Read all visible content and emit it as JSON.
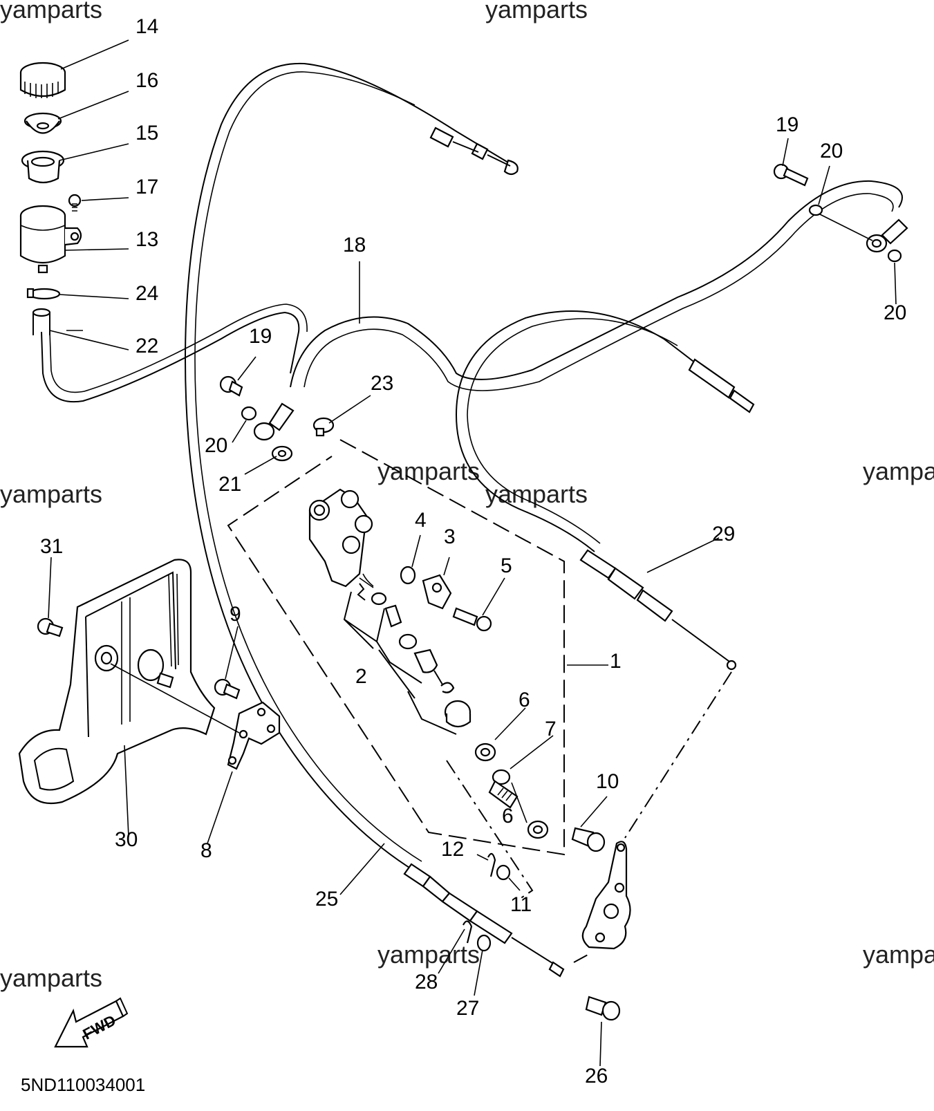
{
  "watermarks": [
    "yamparts",
    "yamparts",
    "yamparts",
    "yamparts",
    "yamparts",
    "yamparts",
    "yamparts",
    "yamparts",
    "yamparts"
  ],
  "diagram_code": "5ND110034001",
  "fwd_label": "FWD",
  "callouts": {
    "c14": "14",
    "c16": "16",
    "c15": "15",
    "c17": "17",
    "c13": "13",
    "c24": "24",
    "c22": "22",
    "c18": "18",
    "c19a": "19",
    "c23": "23",
    "c20a": "20",
    "c21": "21",
    "c19b": "19",
    "c20b": "20",
    "c20c": "20",
    "c4": "4",
    "c3": "3",
    "c5": "5",
    "c29": "29",
    "c1": "1",
    "c2": "2",
    "c6a": "6",
    "c7": "7",
    "c10": "10",
    "c6b": "6",
    "c12": "12",
    "c11": "11",
    "c25": "25",
    "c28": "28",
    "c27": "27",
    "c26": "26",
    "c31": "31",
    "c9": "9",
    "c30": "30",
    "c8": "8"
  }
}
